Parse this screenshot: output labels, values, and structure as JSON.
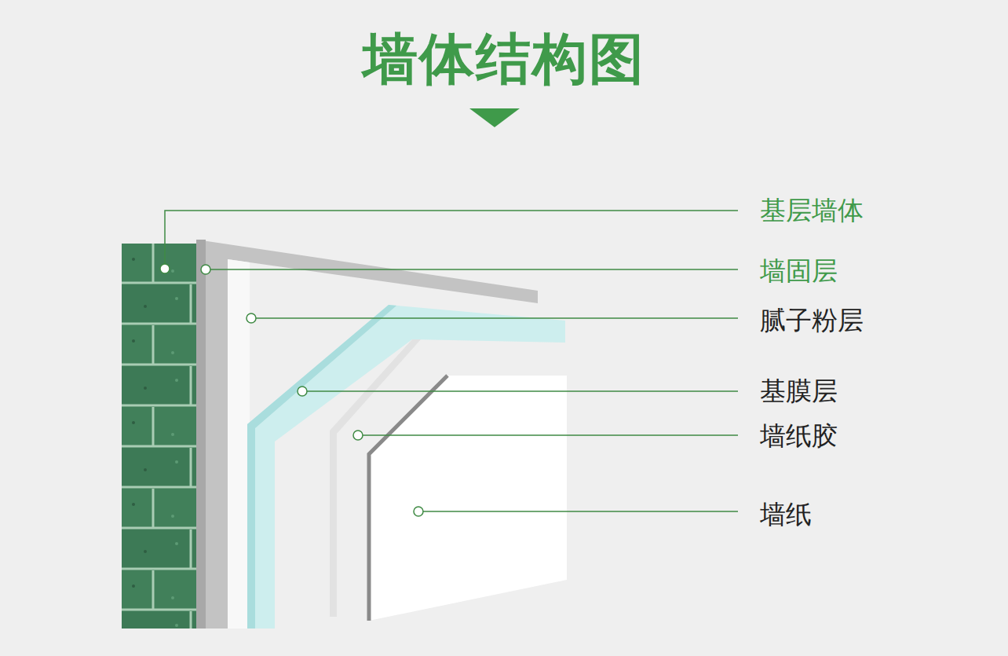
{
  "diagram": {
    "title": "墙体结构图",
    "labels": [
      "基层墙体",
      "墙固层",
      "腻子粉层",
      "基膜层",
      "墙纸胶",
      "墙纸"
    ]
  }
}
